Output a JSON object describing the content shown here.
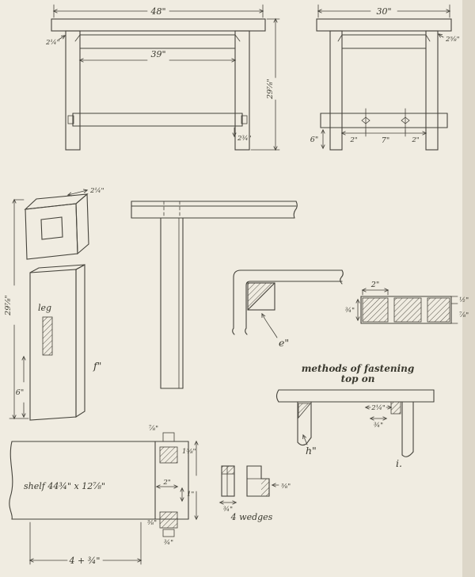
{
  "drawing": {
    "front_view": {
      "width": "48\"",
      "rail": "39\"",
      "height": "29⅞\"",
      "leg_top": "2¼\"",
      "leg_bottom": "2¾\""
    },
    "side_view": {
      "depth": "30\"",
      "overhang": "2⅝\"",
      "leg_bottom": "6\"",
      "spacing": [
        "2\"",
        "7\"",
        "2\""
      ]
    },
    "leg_detail": {
      "name": "leg",
      "tenon": "2¼\"",
      "length": "29⅞\"",
      "mortise_offset": "6\""
    },
    "corner_detail_f": {
      "label": "f\""
    },
    "corner_detail_e": {
      "label": "e\""
    },
    "top_section": {
      "width": "2\"",
      "right_top": "½\"",
      "right_bottom": "⅞\"",
      "left": "¾\""
    },
    "fastening": {
      "caption_1": "methods of fastening",
      "caption_2": "top on",
      "h_label": "h\"",
      "i_label": "i.",
      "cleat_width": "2¼\"",
      "cleat_thickness": "¾\""
    },
    "shelf": {
      "label": "shelf 44¾\" x 12⅞\"",
      "top_dim_a": "⅞\"",
      "top_dim_b": "1⅜\"",
      "mid_dim_a": "2\"",
      "mid_dim_b": "1\"",
      "bottom_dim_a": "⅜\"",
      "bottom_dim_b": "¾\"",
      "overall": "4 + ¾\""
    },
    "wedges": {
      "caption": "4 wedges",
      "dim_a": "¾\"",
      "dim_b": "⅜\""
    }
  }
}
